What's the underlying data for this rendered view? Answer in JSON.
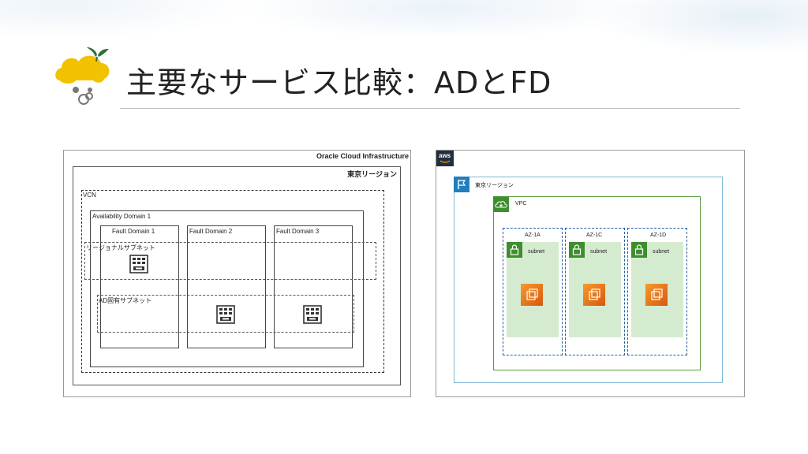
{
  "slide": {
    "title": "主要なサービス比較：ADとFD"
  },
  "oci_diagram": {
    "provider": "Oracle Cloud Infrastructure",
    "region": "東京リージョン",
    "vcn": "VCN",
    "availability_domain": "Availability Domain 1",
    "fault_domains": [
      "Fault Domain 1",
      "Fault Domain 2",
      "Fault Domain 3"
    ],
    "regional_subnet": "リージョナルサブネット",
    "ad_subnet": "AD固有サブネット",
    "icon": "building-icon"
  },
  "aws_diagram": {
    "logo": "aws",
    "region": "東京リージョン",
    "vpc": "VPC",
    "azs": [
      {
        "name": "AZ-1A",
        "subnet": "subnet"
      },
      {
        "name": "AZ-1C",
        "subnet": "subnet"
      },
      {
        "name": "AZ-1D",
        "subnet": "subnet"
      }
    ],
    "colors": {
      "region_border": "#7fb7d6",
      "vpc_border": "#5a9a3c",
      "az_border": "#1f5f9e",
      "subnet_fill": "#d5ebd0",
      "lock_green": "#3d8f2c",
      "ec2_orange": "#e8731f"
    },
    "icons": [
      "flag-icon",
      "cloud-lock-icon",
      "lock-icon",
      "ec2-instance-icon"
    ]
  }
}
